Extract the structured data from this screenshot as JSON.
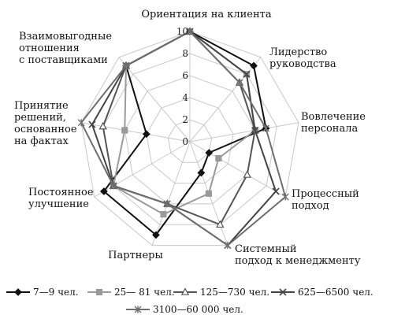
{
  "chart_data": {
    "type": "radar",
    "categories": [
      "Ориентация на клиента",
      "Лидерство руководства",
      "Вовлечение персонала",
      "Процессный подход",
      "Системный подход к менеджменту",
      "Партнеры",
      "Постоянное улучшение",
      "Принятие решений, основанное на фактах",
      "Взаимовыгодные отношения с поставщиками"
    ],
    "category_lines": [
      [
        "Ориентация на клиента"
      ],
      [
        "Лидерство",
        "руководства"
      ],
      [
        "Вовлечение",
        "персонала"
      ],
      [
        "Процессный",
        "подход"
      ],
      [
        "Системный",
        "подход к менеджменту"
      ],
      [
        "Партнеры"
      ],
      [
        "Постоянное",
        "улучшение"
      ],
      [
        "Принятие",
        "решений,",
        "основанное",
        "на фактах"
      ],
      [
        "Взаимовыгодные",
        "отношения",
        "с поставщиками"
      ]
    ],
    "rmin": 0,
    "rmax": 10,
    "ticks": [
      0,
      2,
      4,
      6,
      8,
      10
    ],
    "series": [
      {
        "name": "7—9 чел.",
        "marker": "diamond",
        "color": "#111111",
        "values": [
          10,
          9,
          7,
          2,
          3,
          9,
          9,
          4,
          9
        ]
      },
      {
        "name": "25— 81 чел.",
        "marker": "square",
        "color": "#9a9a9a",
        "values": [
          10,
          8,
          6,
          3,
          5,
          7,
          8,
          6,
          9
        ]
      },
      {
        "name": "125—730 чел.",
        "marker": "triangle",
        "color": "#555555",
        "values": [
          10,
          7,
          6,
          6,
          8,
          6,
          8,
          8,
          9
        ]
      },
      {
        "name": "625—6500 чел.",
        "marker": "x",
        "color": "#444444",
        "values": [
          10,
          8,
          6,
          9,
          10,
          6,
          8,
          9,
          9
        ]
      },
      {
        "name": "3100—60 000 чел.",
        "marker": "star",
        "color": "#6e6e6e",
        "values": [
          10,
          7,
          7,
          10,
          10,
          6,
          8,
          10,
          9
        ]
      }
    ]
  }
}
